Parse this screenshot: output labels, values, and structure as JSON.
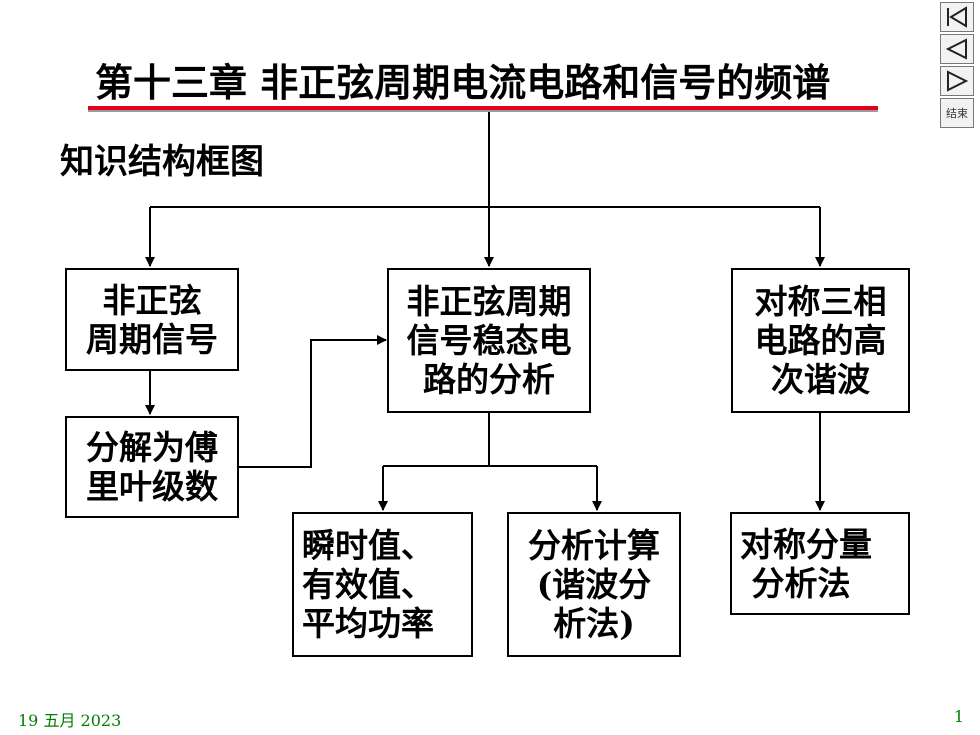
{
  "title": "第十三章 非正弦周期电流电路和信号的频谱",
  "subtitle": "知识结构框图",
  "nav": {
    "first_icon": "first-page-icon",
    "prev_icon": "prev-page-icon",
    "next_icon": "next-page-icon",
    "end_label": "结束"
  },
  "colors": {
    "title_rule": "#e0001b",
    "footer_text": "#008000"
  },
  "boxes": {
    "nonsinusoidal_signal": "非正弦\n周期信号",
    "fourier_series": "分解为傅\n里叶级数",
    "steady_state_analysis": "非正弦周期\n信号稳态电\n路的分析",
    "three_phase_harmonics": "对称三相\n电路的高\n次谐波",
    "instant_rms_power": "瞬时值、\n有效值、\n平均功率",
    "analysis_calculation": "分析计算\n(谐波分\n析法)",
    "symmetric_components": "对称分量\n 分析法"
  },
  "footer": {
    "date": "19 五月 2023",
    "page": "1"
  }
}
